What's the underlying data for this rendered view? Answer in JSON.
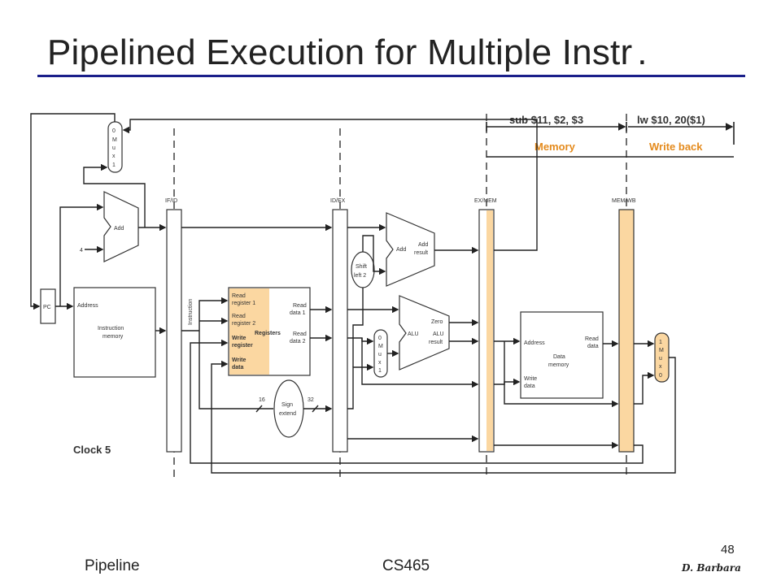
{
  "slide": {
    "title": "Pipelined Execution for Multiple Instr",
    "title_period": ".",
    "page_number": "48",
    "footer_left": "Pipeline",
    "footer_center": "CS465",
    "footer_right": "D. Barbara"
  },
  "diagram": {
    "clock_label": "Clock 5",
    "instructions": [
      {
        "text": "sub $11, $2, $3",
        "stage": "Memory"
      },
      {
        "text": "lw $10, 20($1)",
        "stage": "Write back"
      }
    ],
    "pipeline_registers": [
      "IF/ID",
      "ID/EX",
      "EX/MEM",
      "MEM/WB"
    ],
    "pc": "PC",
    "pc_mux": [
      "0",
      "M",
      "u",
      "x",
      "1"
    ],
    "add_pc": "Add",
    "const_four": "4",
    "instruction_memory": {
      "address": "Address",
      "name_line1": "Instruction",
      "name_line2": "memory"
    },
    "instruction_bus": "Instruction",
    "registers": {
      "read_reg1_line1": "Read",
      "read_reg1_line2": "register 1",
      "read_reg2_line1": "Read",
      "read_reg2_line2": "register 2",
      "write_reg_line1": "Write",
      "write_reg_line2": "register",
      "write_data_line1": "Write",
      "write_data_line2": "data",
      "read_data1_line1": "Read",
      "read_data1_line2": "data 1",
      "read_data2_line1": "Read",
      "read_data2_line2": "data 2",
      "name": "Registers"
    },
    "sign_extend": {
      "line1": "Sign",
      "line2": "extend",
      "in_bits": "16",
      "out_bits": "32"
    },
    "shift_left": {
      "line1": "Shift",
      "line2": "left 2"
    },
    "branch_adder": {
      "label": "Add",
      "result_line1": "Add",
      "result_line2": "result"
    },
    "alu": {
      "label": "ALU",
      "zero": "Zero",
      "result_line1": "ALU",
      "result_line2": "result"
    },
    "alu_mux": [
      "0",
      "M",
      "u",
      "x",
      "1"
    ],
    "data_memory": {
      "address": "Address",
      "read_line1": "Read",
      "read_line2": "data",
      "name_line1": "Data",
      "name_line2": "memory",
      "write_line1": "Write",
      "write_line2": "data"
    },
    "wb_mux": [
      "1",
      "M",
      "u",
      "x",
      "0"
    ]
  },
  "colors": {
    "highlight": "#fbd7a1",
    "highlight_text": "#e48a1c",
    "title_rule": "#1a1f8a",
    "line": "#222222"
  }
}
